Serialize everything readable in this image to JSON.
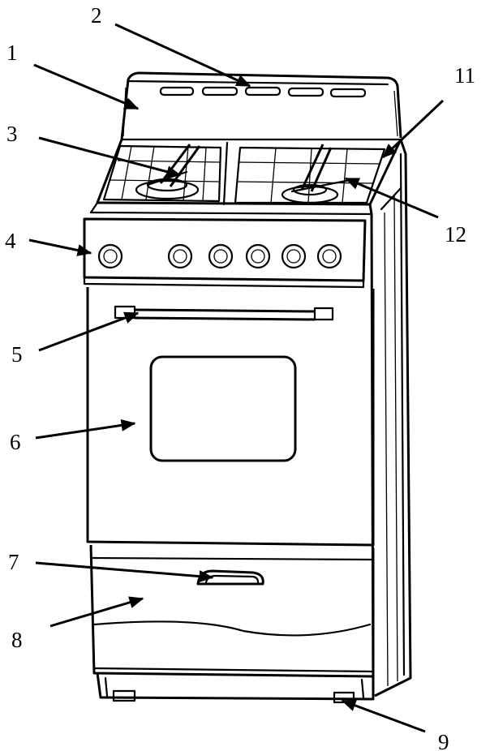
{
  "callouts": [
    {
      "id": "1",
      "label": "1"
    },
    {
      "id": "2",
      "label": "2"
    },
    {
      "id": "3",
      "label": "3"
    },
    {
      "id": "4",
      "label": "4"
    },
    {
      "id": "5",
      "label": "5"
    },
    {
      "id": "6",
      "label": "6"
    },
    {
      "id": "7",
      "label": "7"
    },
    {
      "id": "8",
      "label": "8"
    },
    {
      "id": "9",
      "label": "9"
    },
    {
      "id": "11",
      "label": "11"
    },
    {
      "id": "12",
      "label": "12"
    }
  ],
  "colors": {
    "line": "#000000",
    "background": "#ffffff"
  }
}
